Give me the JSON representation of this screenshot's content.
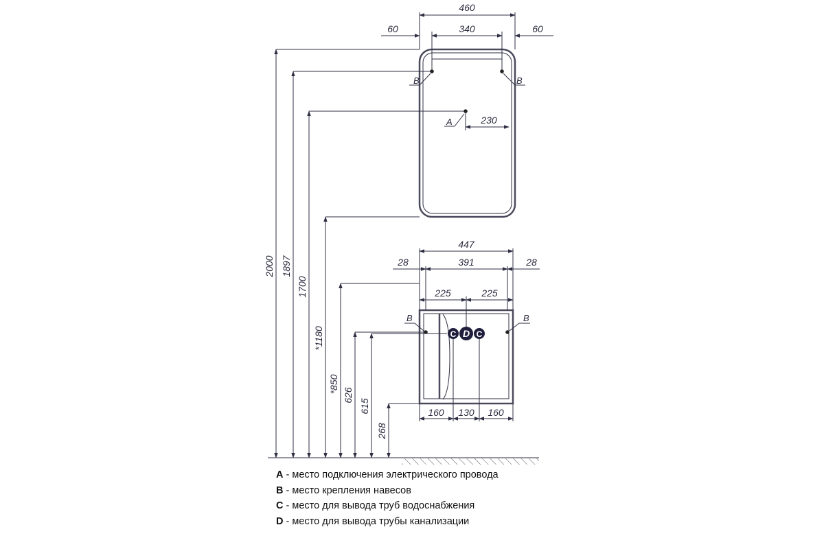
{
  "mirror": {
    "width_total": "460",
    "width_inner": "340",
    "side_left": "60",
    "side_right": "60",
    "point_a": "A",
    "dim_a_offset": "230",
    "point_b_left": "B",
    "point_b_right": "B"
  },
  "cabinet": {
    "width_total": "447",
    "width_inner": "391",
    "side_left": "28",
    "side_right": "28",
    "half_left": "225",
    "half_right": "225",
    "point_b_left": "B",
    "point_b_right": "B",
    "point_c_left": "C",
    "point_d": "D",
    "point_c_right": "C",
    "bottom_left": "160",
    "bottom_mid": "130",
    "bottom_right": "160"
  },
  "heights": {
    "h2000": "2000",
    "h1897": "1897",
    "h1700": "1700",
    "h1180": "*1180",
    "h850": "*850",
    "h626": "626",
    "h615": "615",
    "h268": "268"
  },
  "legend": [
    {
      "key": "A",
      "text": " - место подключения электрического провода"
    },
    {
      "key": "B",
      "text": " - место крепления навесов"
    },
    {
      "key": "C",
      "text": " - место для вывода труб водоснабжения"
    },
    {
      "key": "D",
      "text": " - место для вывода трубы канализации"
    }
  ]
}
